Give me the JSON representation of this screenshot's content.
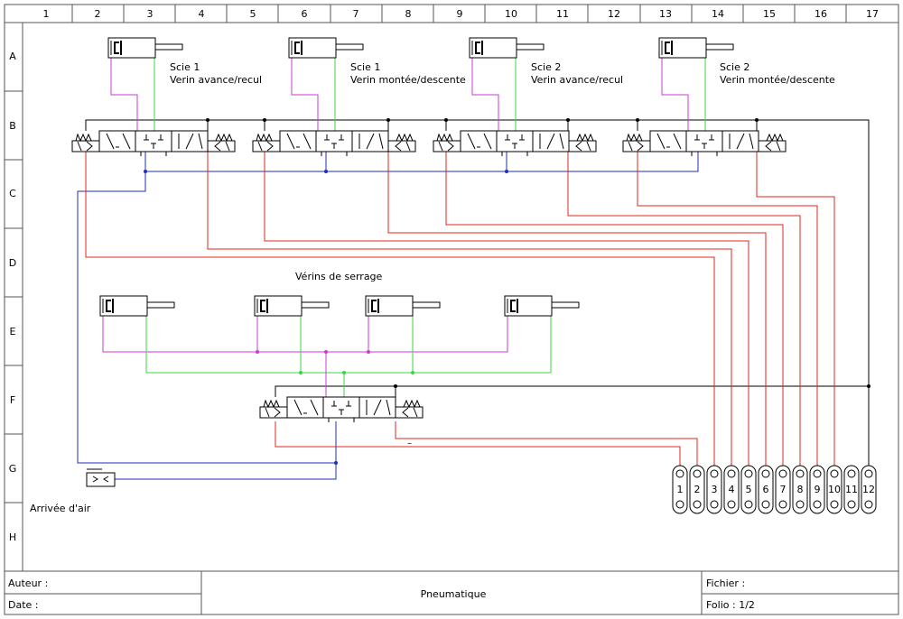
{
  "frame": {
    "columns": [
      "1",
      "2",
      "3",
      "4",
      "5",
      "6",
      "7",
      "8",
      "9",
      "10",
      "11",
      "12",
      "13",
      "14",
      "15",
      "16",
      "17"
    ],
    "rows": [
      "A",
      "B",
      "C",
      "D",
      "E",
      "F",
      "G",
      "H"
    ]
  },
  "labels": {
    "cyl1": [
      "Scie 1",
      "Verin avance/recul"
    ],
    "cyl2": [
      "Scie 1",
      "Verin montée/descente"
    ],
    "cyl3": [
      "Scie 2",
      "Verin avance/recul"
    ],
    "cyl4": [
      "Scie 2",
      "Verin montée/descente"
    ],
    "clamp_title": "Vérins de serrage",
    "air_inlet": "Arrivée d'air",
    "small_mark": "–"
  },
  "terminals": [
    "1",
    "2",
    "3",
    "4",
    "5",
    "6",
    "7",
    "8",
    "9",
    "10",
    "11",
    "12"
  ],
  "title_block": {
    "author_label": "Auteur :",
    "date_label": "Date :",
    "title": "Pneumatique",
    "file_label": "Fichier :",
    "folio_label": "Folio : 1/2"
  },
  "colors": {
    "electric": "#e0251b",
    "supply": "#1e2fb8",
    "port_a": "#c93ccf",
    "port_b": "#3ed43e",
    "ink": "#000000",
    "grid": "#555555"
  }
}
